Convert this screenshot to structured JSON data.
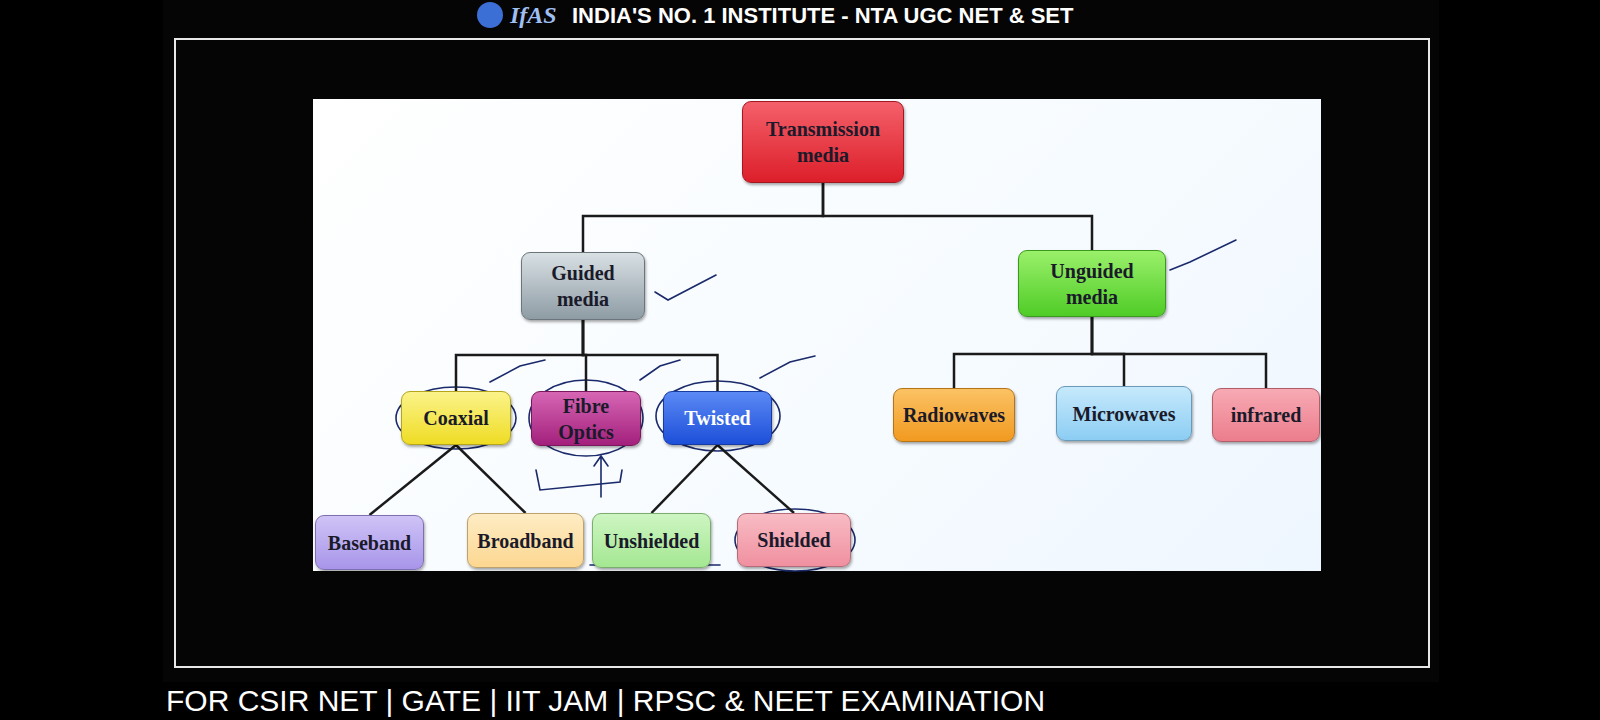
{
  "diagram": {
    "nodes": [
      {
        "text": [
          "Transmission media"
        ]
      },
      {
        "text": [
          "Guided media"
        ]
      },
      {
        "text": [
          "Unguided media"
        ]
      },
      {
        "text": [
          "Coaxial"
        ]
      },
      {
        "text": [
          "Fibre Optics"
        ]
      },
      {
        "text": [
          "Twisted"
        ]
      },
      {
        "text": [
          "Radiowaves"
        ]
      },
      {
        "text": [
          "Microwaves"
        ]
      },
      {
        "text": [
          "infrared"
        ]
      },
      {
        "text": [
          "Baseband"
        ]
      },
      {
        "text": [
          "Broadband"
        ]
      },
      {
        "text": [
          "Unshielded"
        ]
      },
      {
        "text": [
          "Shielded"
        ]
      }
    ],
    "edges": [
      {
        "from": 0,
        "to": 1,
        "arrow": "none"
      },
      {
        "from": 0,
        "to": 2,
        "arrow": "none"
      },
      {
        "from": 1,
        "to": 3,
        "arrow": "none"
      },
      {
        "from": 1,
        "to": 4,
        "arrow": "none"
      },
      {
        "from": 1,
        "to": 5,
        "arrow": "none"
      },
      {
        "from": 2,
        "to": 6,
        "arrow": "none"
      },
      {
        "from": 2,
        "to": 7,
        "arrow": "none"
      },
      {
        "from": 2,
        "to": 8,
        "arrow": "none"
      },
      {
        "from": 3,
        "to": 9,
        "arrow": "none"
      },
      {
        "from": 3,
        "to": 10,
        "arrow": "none"
      },
      {
        "from": 5,
        "to": 11,
        "arrow": "none"
      },
      {
        "from": 5,
        "to": 12,
        "arrow": "none"
      }
    ],
    "labels": [
      "IfAS",
      "INDIA'S NO. 1 INSTITUTE - NTA UGC NET & SET",
      "FOR CSIR NET | GATE | IIT JAM | RPSC & NEET EXAMINATION"
    ]
  }
}
